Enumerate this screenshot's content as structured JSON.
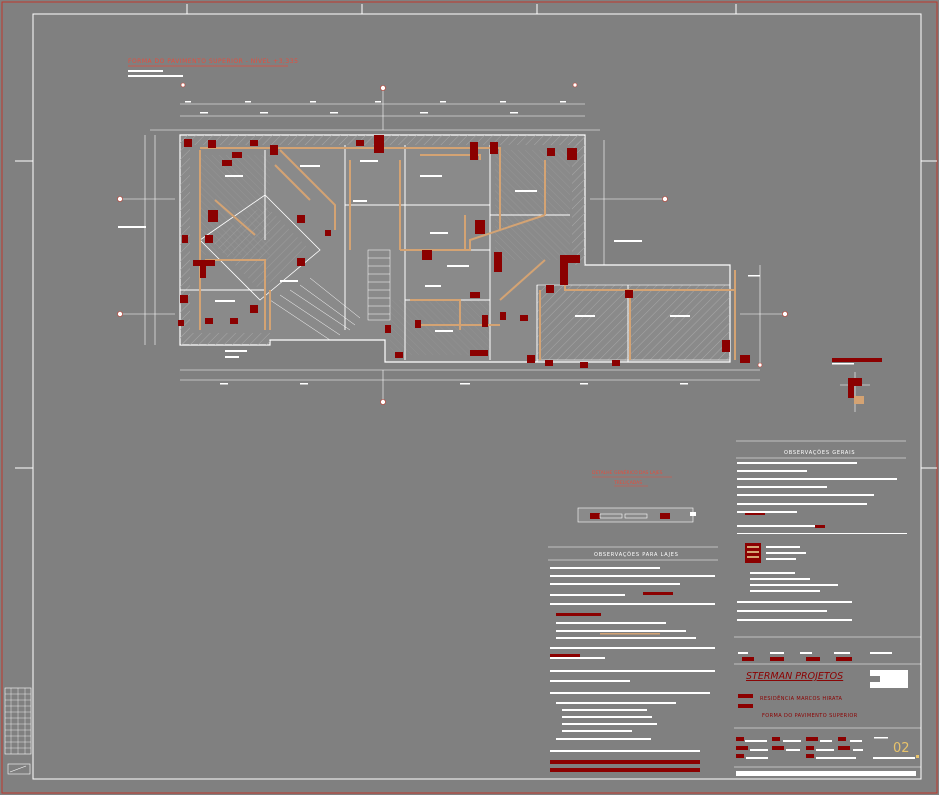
{
  "drawing": {
    "plan_title": "FORMA DO PAVIMENTO SUPERIOR - NÍVEL +3,335",
    "detail_title": "DETALHE GENÉRICO DAS LAJES",
    "detail_subtitle": "TRELIÇADAS",
    "obs_gerais_title": "OBSERVAÇÕES GERAIS",
    "obs_lajes_title": "OBSERVAÇÕES PARA LAJES",
    "company": "STERMAN PROJETOS",
    "project": "RESIDÊNCIA MARCOS HIRATA",
    "sheet_desc": "FORMA DO PAVIMENTO SUPERIOR",
    "sheet_number": "02"
  },
  "colors": {
    "background": "#808080",
    "frame": "#c0392b",
    "lines": "#ffffff",
    "elements": "#8b0000",
    "beams": "#d4a373"
  }
}
